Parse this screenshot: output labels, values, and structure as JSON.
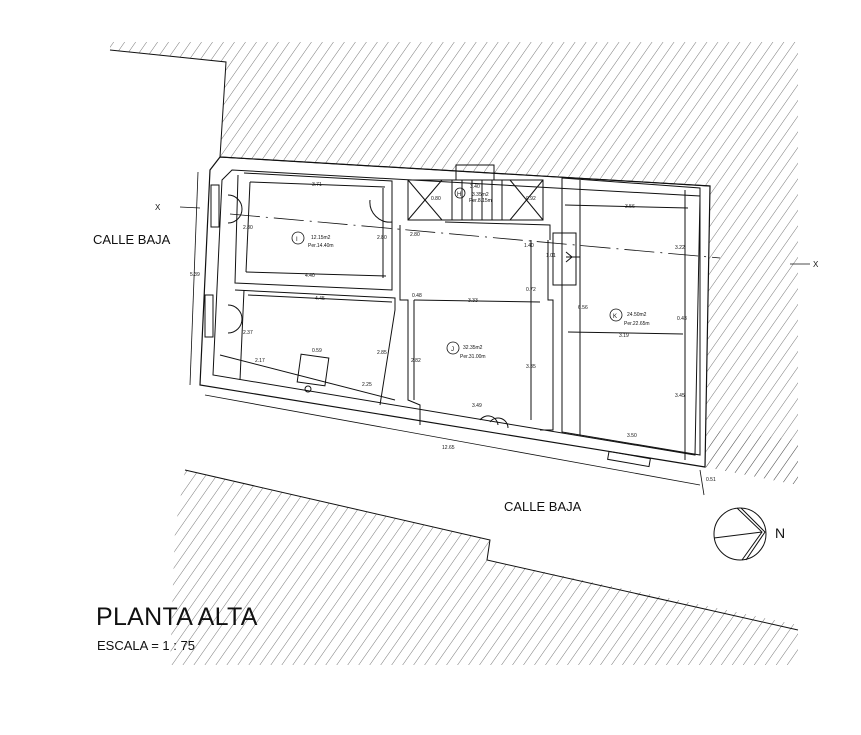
{
  "drawing": {
    "title": "PLANTA ALTA",
    "scale": "ESCALA = 1 : 75",
    "north_label": "N",
    "section_marks": {
      "left": "X",
      "right": "X"
    },
    "streets": [
      {
        "id": "west",
        "label": "CALLE BAJA"
      },
      {
        "id": "south",
        "label": "CALLE BAJA"
      }
    ]
  },
  "rooms": [
    {
      "id": "H",
      "letter": "H",
      "area": "3.35m2",
      "perimeter": "Per.8.15m"
    },
    {
      "id": "I",
      "letter": "I",
      "area": "12.15m2",
      "perimeter": "Per.14.40m"
    },
    {
      "id": "J",
      "letter": "J",
      "area": "32.35m2",
      "perimeter": "Per.31.00m"
    },
    {
      "id": "K",
      "letter": "K",
      "area": "24.50m2",
      "perimeter": "Per.22.65m"
    }
  ],
  "dimensions": {
    "room_i_top": "3.71",
    "room_i_bottom": "4.40",
    "room_i_left": "2.80",
    "room_i_right": "2.80",
    "stair_width": "3.40",
    "stair_left": "0.80",
    "stair_right": "0.92",
    "room_j_upper_left": "2.80",
    "room_j_upper_right": "1.40",
    "door_k": "1.01",
    "room_j_mid": "3.33",
    "room_j_small_left": "0.48",
    "room_j_small_right": "0.72",
    "room_j_lower_left": "2.82",
    "room_j_lower_right": "3.35",
    "room_j_bottom": "3.49",
    "lower_left_top": "4.45",
    "lower_left_height": "2.37",
    "lower_left_a": "2.17",
    "lower_left_b": "2.25",
    "lower_left_diag": "2.85",
    "chimney": "0.59",
    "overall_left": "5.39",
    "overall_bottom": "12.65",
    "room_k_top": "3.56",
    "room_k_right_upper": "3.22",
    "room_k_left": "6.56",
    "room_k_step": "0.43",
    "room_k_mid": "3.19",
    "room_k_right_lower": "3.45",
    "room_k_bottom": "3.50",
    "corner_offset": "0.51"
  },
  "colors": {
    "line": "#111111",
    "hatch": "#555555",
    "background": "#ffffff"
  }
}
